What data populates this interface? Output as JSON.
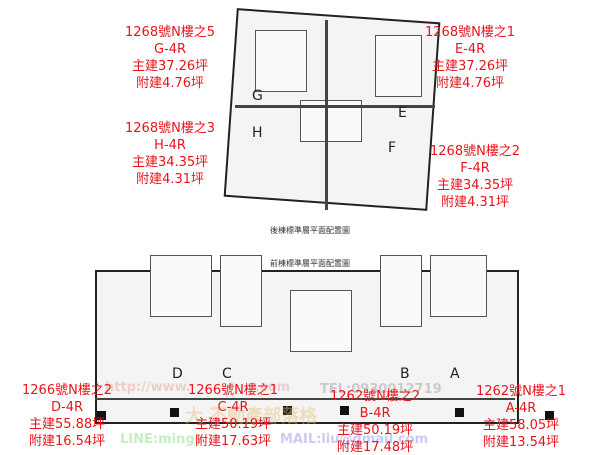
{
  "rear_building": {
    "caption": "後棟標準層平面配置圖",
    "unit_letters": [
      "G",
      "E",
      "H",
      "F"
    ],
    "labels": [
      {
        "address": "1268號N樓之5",
        "unit": "G-4R",
        "main": "主建37.26坪",
        "annex": "附建4.76坪"
      },
      {
        "address": "1268號N樓之1",
        "unit": "E-4R",
        "main": "主建37.26坪",
        "annex": "附建4.76坪"
      },
      {
        "address": "1268號N樓之3",
        "unit": "H-4R",
        "main": "主建34.35坪",
        "annex": "附建4.31坪"
      },
      {
        "address": "1268號N樓之2",
        "unit": "F-4R",
        "main": "主建34.35坪",
        "annex": "附建4.31坪"
      }
    ]
  },
  "front_building": {
    "caption": "前棟標準層平面配置圖",
    "unit_letters": [
      "D",
      "C",
      "B",
      "A"
    ],
    "labels": [
      {
        "address": "1266號N樓之2",
        "unit": "D-4R",
        "main": "主建55.88坪",
        "annex": "附建16.54坪"
      },
      {
        "address": "1266號N樓之1",
        "unit": "C-4R",
        "main": "主建50.19坪",
        "annex": "附建17.63坪"
      },
      {
        "address": "1262號N樓之2",
        "unit": "B-4R",
        "main": "主建50.19坪",
        "annex": "附建17.48坪"
      },
      {
        "address": "1262號N樓之1",
        "unit": "A-4R",
        "main": "主建58.05坪",
        "annex": "附建13.54坪"
      }
    ]
  },
  "watermarks": {
    "url": "http://www.",
    "domain_tail": ".com",
    "tel": "TEL:0930012719",
    "blog": "大 不動產部落格",
    "line": "LINE:mingy",
    "mail": "MAIL:liu@gmail.com"
  }
}
